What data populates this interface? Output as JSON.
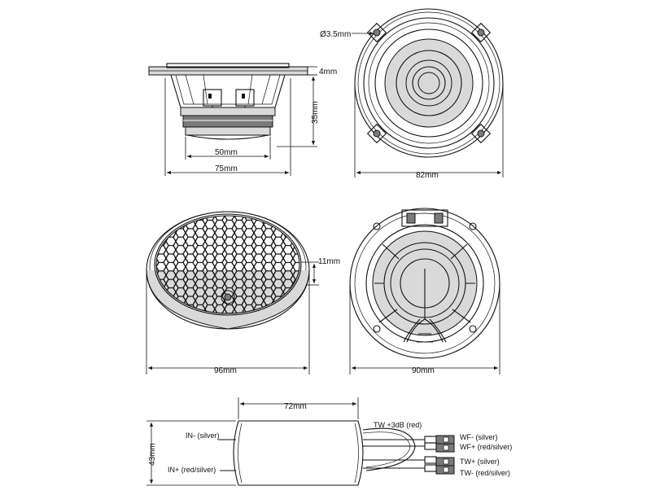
{
  "dimensions": {
    "screw_hole": "Ø3.5mm",
    "flange": "4mm",
    "depth": "35mm",
    "magnet": "50mm",
    "body_width": "75mm",
    "front_diameter": "82mm",
    "grille_height": "11mm",
    "grille_diameter": "96mm",
    "rear_diameter": "90mm",
    "crossover_width": "72mm",
    "crossover_height": "43mm"
  },
  "crossover": {
    "in_minus": "IN- (silver)",
    "in_plus": "IN+ (red/silver)",
    "tw_boost": "TW +3dB (red)",
    "wf_minus": "WF- (silver)",
    "wf_plus": "WF+ (red/silver)",
    "tw_plus": "TW+ (silver)",
    "tw_minus": "TW- (red/silver)"
  }
}
